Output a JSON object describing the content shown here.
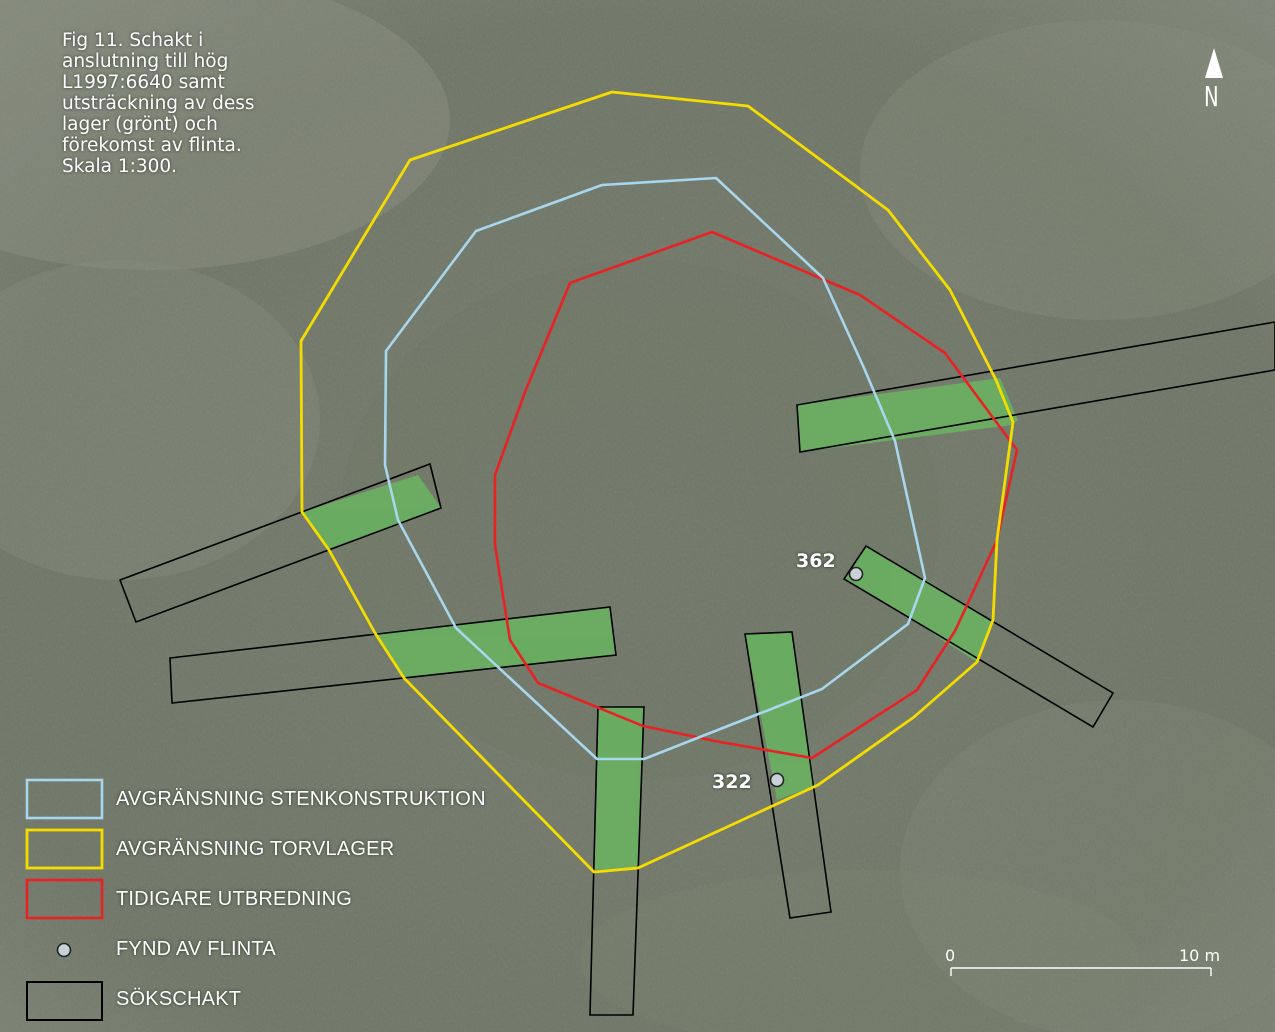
{
  "caption": {
    "lines": [
      "Fig 11. Schakt i",
      "anslutning till hög",
      "L1997:6640 samt",
      "utsträckning av dess",
      "lager (grönt) och",
      "förekomst av flinta.",
      "Skala 1:300."
    ]
  },
  "north_arrow": {
    "label": "N",
    "icon": "north-arrow-icon"
  },
  "finds": [
    {
      "label": "362"
    },
    {
      "label": "322"
    }
  ],
  "legend": {
    "items": [
      {
        "label": "AVGRÄNSNING STENKONSTRUKTION",
        "color": "#a8d6ec",
        "symbol": "rect"
      },
      {
        "label": "AVGRÄNSNING TORVLAGER",
        "color": "#f4dc00",
        "symbol": "rect"
      },
      {
        "label": "TIDIGARE UTBREDNING",
        "color": "#e82224",
        "symbol": "rect"
      },
      {
        "label": "FYND AV FLINTA",
        "color": "#c8d0d8",
        "symbol": "dot"
      },
      {
        "label": "SÖKSCHAKT",
        "color": "#000000",
        "symbol": "rect"
      }
    ]
  },
  "scale_bar": {
    "start_label": "0",
    "end_label": "10 m"
  },
  "colors": {
    "stenkonstruktion": "#a8d6ec",
    "torvlager": "#f4dc00",
    "tidigare_utbredning": "#e82224",
    "schakt_outline": "#000000",
    "green_layer": "#6aae62",
    "background": "#6f7766"
  }
}
